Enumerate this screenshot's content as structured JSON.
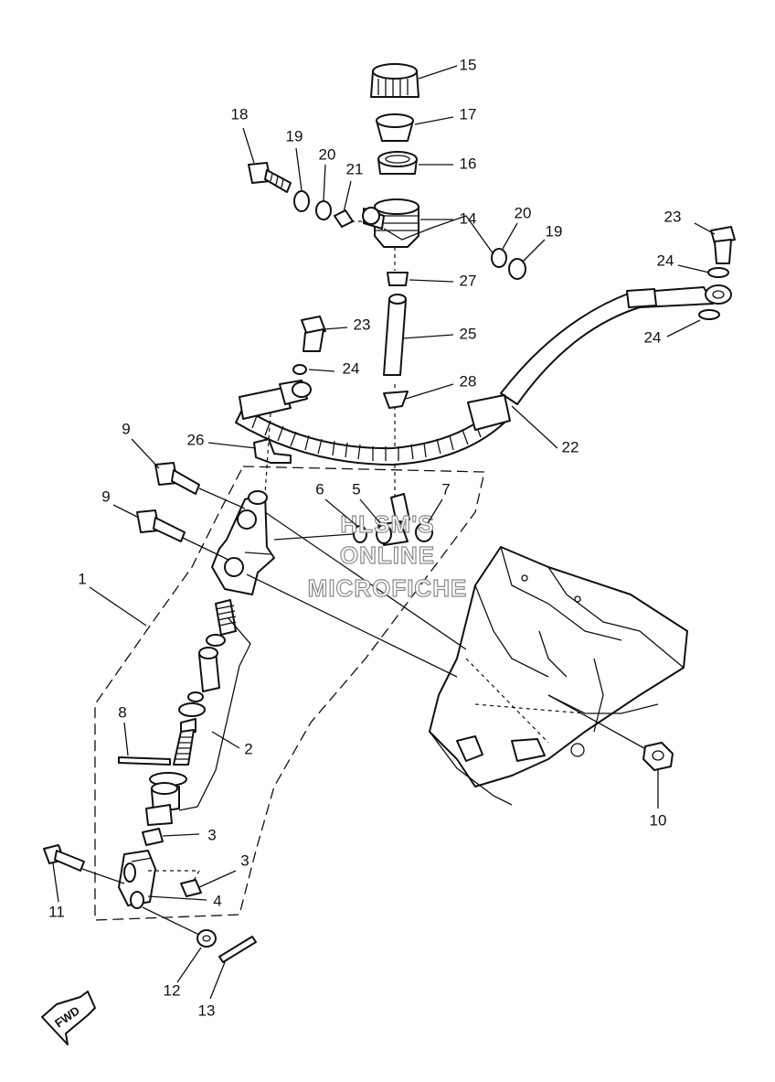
{
  "diagram": {
    "callouts": [
      "1",
      "2",
      "3",
      "3",
      "4",
      "5",
      "6",
      "7",
      "8",
      "9",
      "9",
      "10",
      "11",
      "12",
      "13",
      "14",
      "15",
      "16",
      "17",
      "18",
      "19",
      "19",
      "20",
      "20",
      "21",
      "22",
      "23",
      "23",
      "24",
      "24",
      "24",
      "25",
      "26",
      "27",
      "28"
    ],
    "watermark": [
      "HLSM'S",
      "ONLINE",
      "MICROFICHE"
    ],
    "direction_label": "FWD"
  }
}
